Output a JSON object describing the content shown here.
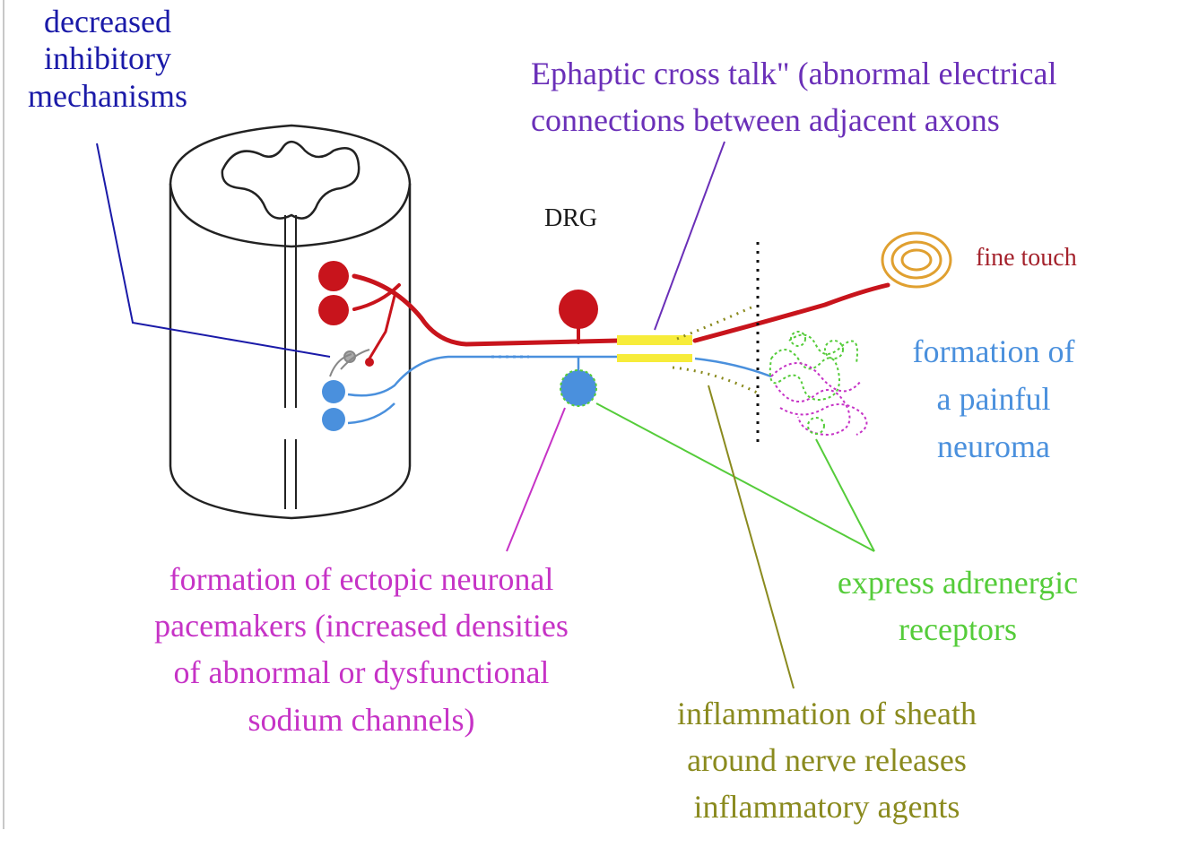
{
  "labels": {
    "inhibitory": [
      "decreased",
      "inhibitory",
      "mechanisms"
    ],
    "ephaptic": [
      "Ephaptic cross talk\" (abnormal electrical",
      "connections between adjacent axons"
    ],
    "drg": "DRG",
    "fine_touch": "fine touch",
    "neuroma": [
      "formation of",
      "a painful",
      "neuroma"
    ],
    "ectopic": [
      "formation of ectopic neuronal",
      "pacemakers (increased densities",
      "of abnormal or dysfunctional",
      "sodium channels)"
    ],
    "adrenergic": [
      "express adrenergic",
      "receptors"
    ],
    "inflammation": [
      "inflammation of sheath",
      "around nerve releases",
      "inflammatory agents"
    ]
  },
  "colors": {
    "inhibitory": "#1a1aa8",
    "ephaptic": "#6a2fb8",
    "fine_touch_fiber": "#c8141c",
    "pain_fiber": "#4a90dd",
    "ectopic": "#c633c6",
    "adrenergic": "#55cc3a",
    "inflammation": "#8a8a1e",
    "contact_zone": "#f7ec3a"
  }
}
